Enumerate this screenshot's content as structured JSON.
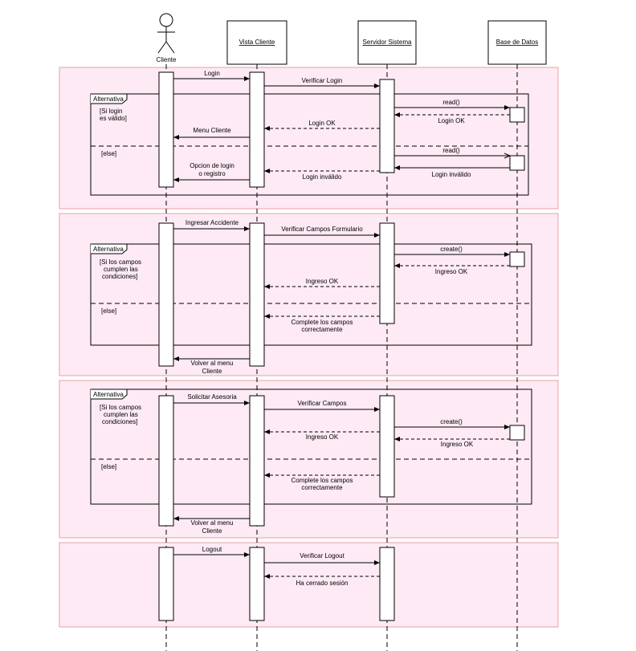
{
  "participants": {
    "actor": "Cliente",
    "vista": "Vista Cliente",
    "servidor": "Servidor Sistema",
    "bd": "Base de Datos"
  },
  "fragment_label": "Alternativa",
  "else_label": "[else]",
  "block1": {
    "login": "Login",
    "verificar_login": "Verificar Login",
    "guard": [
      "[Si login",
      "es válido]"
    ],
    "read1": "read()",
    "login_ok_db": "Login OK",
    "login_ok": "Login OK",
    "menu_cliente": "Menu Cliente",
    "read2": "read()",
    "opcion": [
      "Opcion de login",
      "o registro"
    ],
    "login_invalido": "Login inválido",
    "login_invalido_db": "Login inválido"
  },
  "block2": {
    "ingresar": "Ingresar Accidente",
    "verificar_campos": "Verificar Campos Formulario",
    "guard": [
      "[Si los campos",
      "cumplen las",
      "condiciones]"
    ],
    "create": "create()",
    "ingreso_ok_db": "Ingreso OK",
    "ingreso_ok": "Ingreso OK",
    "complete": [
      "Complete los campos",
      "correctamente"
    ],
    "volver": [
      "Volver al menu",
      "Cliente"
    ]
  },
  "block3": {
    "solicitar": "Solicitar Asesoria",
    "verificar": "Verificar Campos",
    "guard": [
      "[Si los campos",
      "cumplen las",
      "condiciones]"
    ],
    "create": "create()",
    "ingreso_ok": "Ingreso OK",
    "ingreso_ok_db": "Ingreso OK",
    "complete": [
      "Complete los campos",
      "correctamente"
    ],
    "volver": [
      "Volver al menu",
      "Cliente"
    ]
  },
  "block4": {
    "logout": "Logout",
    "verificar_logout": "Verificar Logout",
    "cerrado": "Ha cerrado sesión"
  }
}
